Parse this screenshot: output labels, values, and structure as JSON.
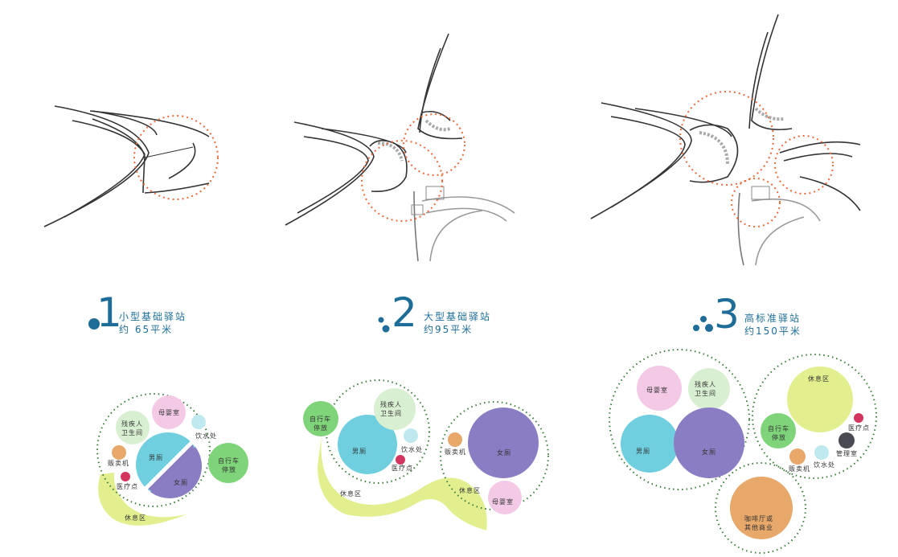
{
  "stations": [
    {
      "number": "1",
      "title": "小型基础驿站",
      "area": "约 65平米",
      "bubbles": {
        "male_toilet": "男厕",
        "female_toilet": "女厕",
        "mother_baby": "母婴室",
        "disabled_toilet_line1": "残疾人",
        "disabled_toilet_line2": "卫生间",
        "water": "饮水处",
        "vending": "贩卖机",
        "medical": "医疗点",
        "bike_line1": "自行车",
        "bike_line2": "停放",
        "rest": "休息区"
      }
    },
    {
      "number": "2",
      "title": "大型基础驿站",
      "area": "约95平米",
      "bubbles": {
        "male_toilet": "男厕",
        "female_toilet": "女厕",
        "mother_baby": "母婴室",
        "disabled_toilet_line1": "残疾人",
        "disabled_toilet_line2": "卫生间",
        "water": "饮水处",
        "vending": "贩卖机",
        "medical": "医疗点",
        "bike_line1": "自行车",
        "bike_line2": "停放",
        "rest": "休息区",
        "rest2": "休息区"
      }
    },
    {
      "number": "3",
      "title": "高标准驿站",
      "area": "约150平米",
      "bubbles": {
        "male_toilet": "男厕",
        "female_toilet": "女厕",
        "mother_baby": "母婴室",
        "disabled_toilet_line1": "残疾人",
        "disabled_toilet_line2": "卫生间",
        "water": "饮水处",
        "vending": "贩卖机",
        "medical": "医疗点",
        "management": "管理室",
        "bike_line1": "自行车",
        "bike_line2": "停放",
        "rest": "休息区",
        "cafe_line1": "咖啡厅或",
        "cafe_line2": "其他商业"
      }
    }
  ],
  "colors": {
    "accent_blue": "#1d6d98",
    "male": "#6fcfdf",
    "female": "#8a7dc3",
    "mother_baby": "#f4c9e6",
    "disabled": "#d9efd2",
    "water": "#bfe9ee",
    "vending": "#e8a86a",
    "medical": "#d3355f",
    "management": "#4a4a52",
    "bike": "#7fd47a",
    "rest": "#e3ef8e",
    "cafe": "#e8a86a",
    "dotted_circle": "#3a7a3a",
    "focus_circle": "#ef6a3a"
  }
}
